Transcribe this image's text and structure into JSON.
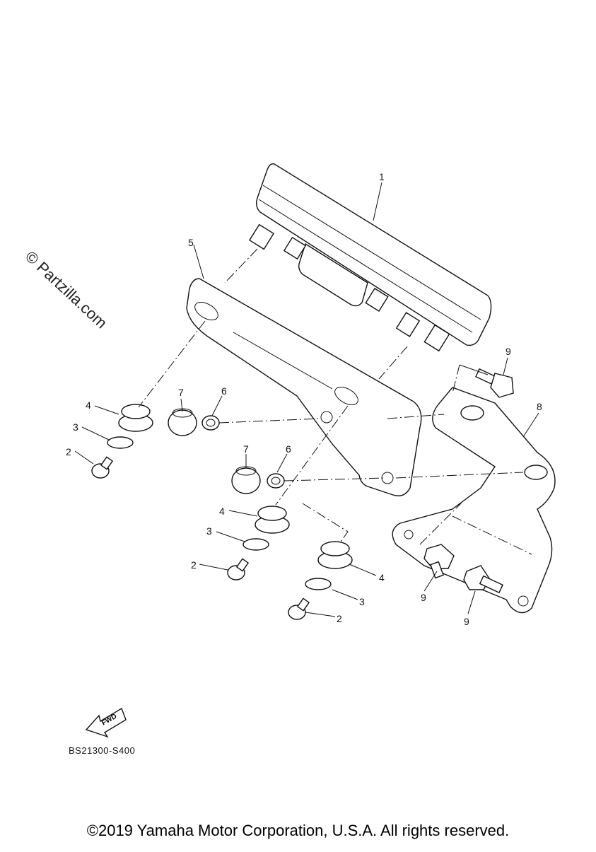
{
  "watermark": "© Partzilla.com",
  "diagram_code": "BS21300-S400",
  "copyright": "©2019 Yamaha Motor Corporation, U.S.A. All rights reserved.",
  "fwd_label": "FWD",
  "callouts": [
    {
      "id": "c1",
      "text": "1"
    },
    {
      "id": "c5",
      "text": "5"
    },
    {
      "id": "c9a",
      "text": "9"
    },
    {
      "id": "c8",
      "text": "8"
    },
    {
      "id": "c7a",
      "text": "7"
    },
    {
      "id": "c6a",
      "text": "6"
    },
    {
      "id": "c4a",
      "text": "4"
    },
    {
      "id": "c3a",
      "text": "3"
    },
    {
      "id": "c2a",
      "text": "2"
    },
    {
      "id": "c7b",
      "text": "7"
    },
    {
      "id": "c6b",
      "text": "6"
    },
    {
      "id": "c4b",
      "text": "4"
    },
    {
      "id": "c3b",
      "text": "3"
    },
    {
      "id": "c2b",
      "text": "2"
    },
    {
      "id": "c4c",
      "text": "4"
    },
    {
      "id": "c3c",
      "text": "3"
    },
    {
      "id": "c2c",
      "text": "2"
    },
    {
      "id": "c9b",
      "text": "9"
    },
    {
      "id": "c9c",
      "text": "9"
    }
  ],
  "colors": {
    "line": "#111111",
    "background": "#ffffff"
  }
}
